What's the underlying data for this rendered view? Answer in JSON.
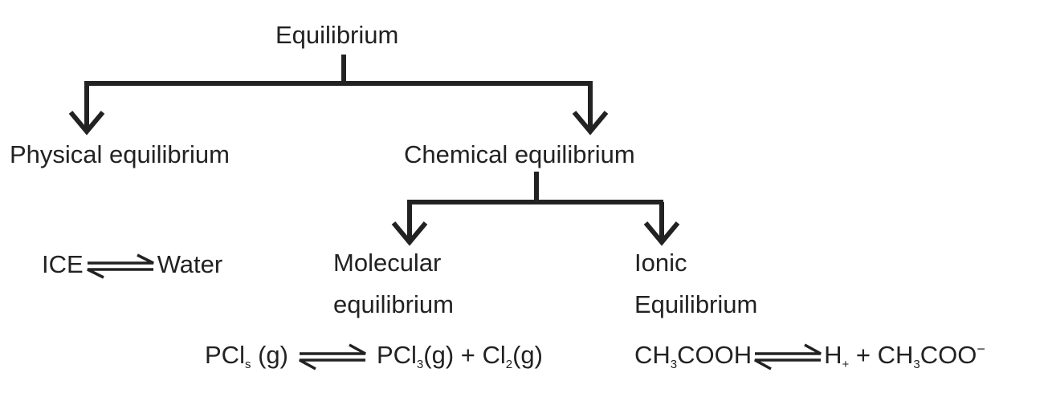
{
  "root": "Equilibrium",
  "branches": {
    "physical": "Physical equilibrium",
    "chemical": "Chemical equilibrium"
  },
  "sub_branches": {
    "molecular": [
      "Molecular",
      "equilibrium"
    ],
    "ionic": [
      "Ionic",
      "Equilibrium"
    ]
  },
  "examples": {
    "physical": {
      "left": "ICE",
      "right": "Water"
    },
    "molecular": {
      "r1": "PCl",
      "r1_sub": "s",
      "r1_state": " (g)",
      "p1": "PCl",
      "p1_sub": "3",
      "p1_state": "(g) + Cl",
      "p2_sub": "2",
      "p2_state": "(g)"
    },
    "ionic": {
      "r1a": "CH",
      "r1_sub": "3",
      "r1b": "COOH",
      "p1": "H",
      "p1_sub": "+",
      "p2a": " + CH",
      "p2_sub": "3",
      "p2b": "COO",
      "p2_sup": "−"
    }
  },
  "colors": {
    "line": "#222222",
    "text": "#222222"
  }
}
